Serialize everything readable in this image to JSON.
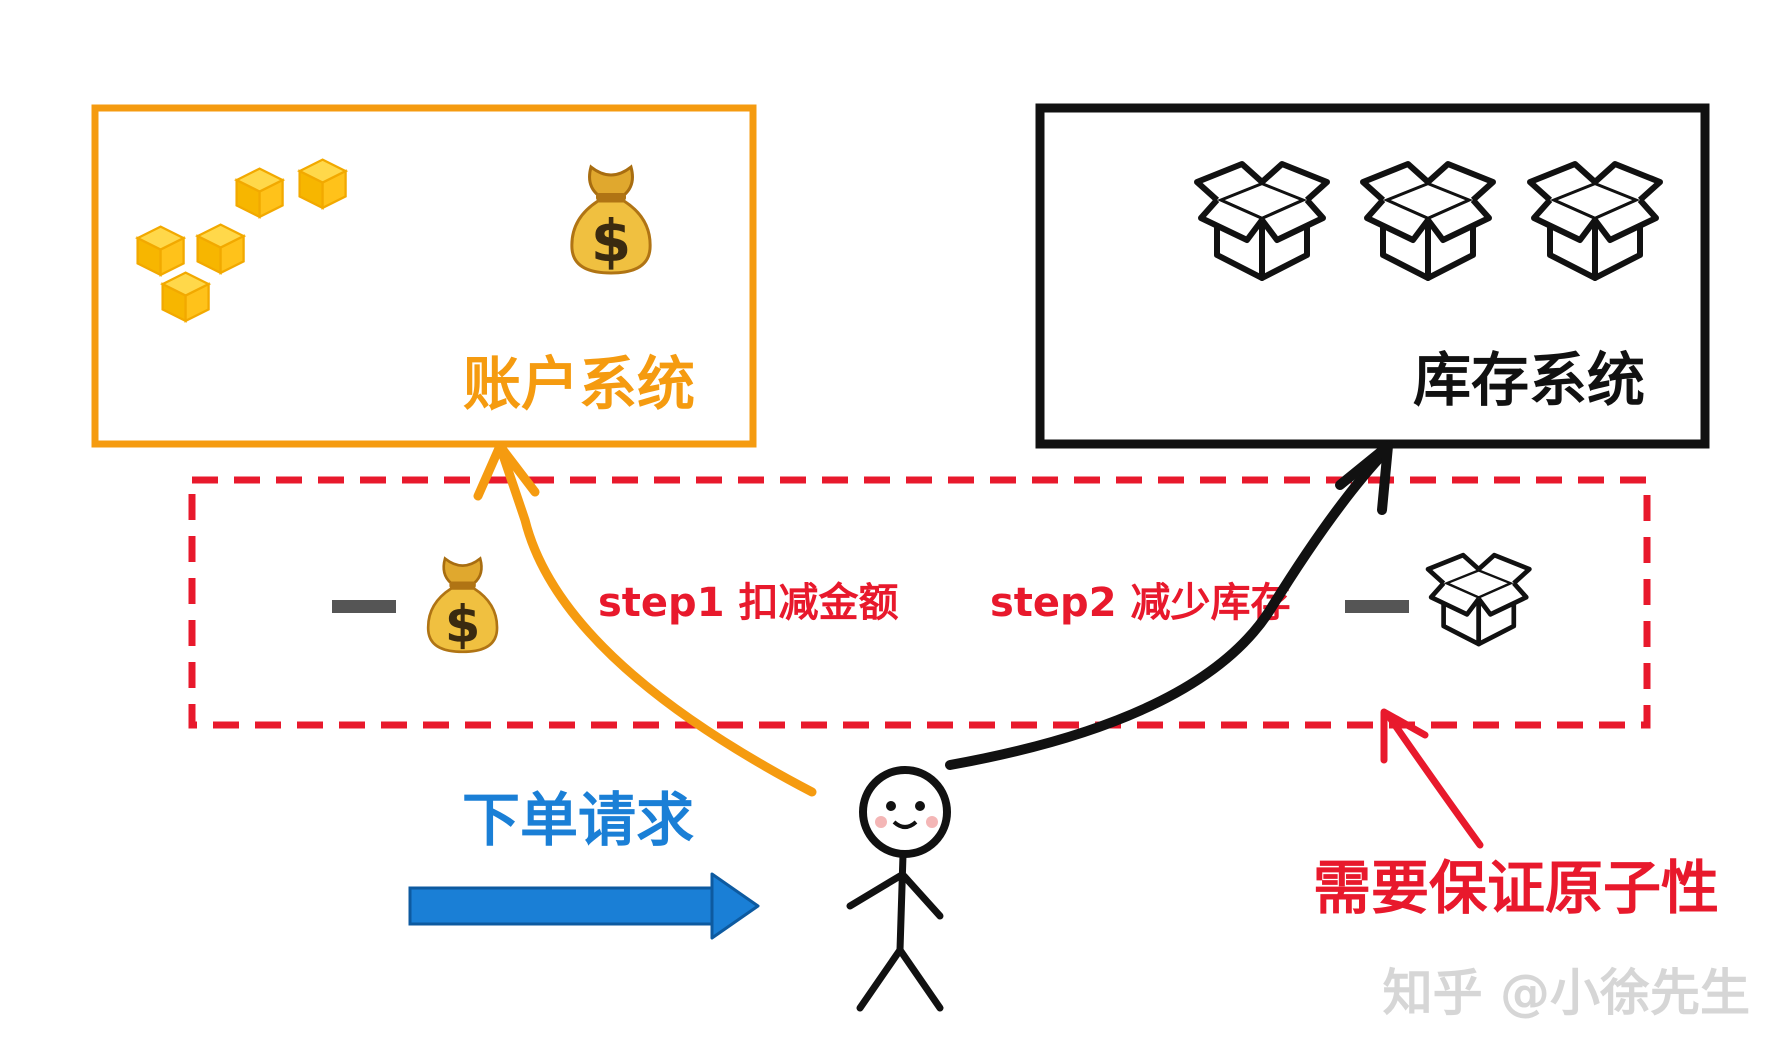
{
  "account_system": {
    "label": "账户系统",
    "color": "#f59b10"
  },
  "inventory_system": {
    "label": "库存系统",
    "color": "#111111"
  },
  "transaction_box": {
    "color": "#e8192c"
  },
  "steps": [
    {
      "text": "step1 扣减金额",
      "color": "#e8192c"
    },
    {
      "text": "step2 减少库存",
      "color": "#e8192c"
    }
  ],
  "request": {
    "label": "下单请求",
    "color": "#1a7fd6"
  },
  "atomicity_note": {
    "label": "需要保证原子性",
    "color": "#e8192c"
  },
  "watermark": {
    "text": "知乎 @小徐先生",
    "color": "#d6d6d6"
  },
  "icons": {
    "money_bag": "money-bag-icon",
    "gold_cubes": "gold-cubes-icon",
    "box": "box-icon",
    "stick_figure": "stick-figure-icon"
  }
}
